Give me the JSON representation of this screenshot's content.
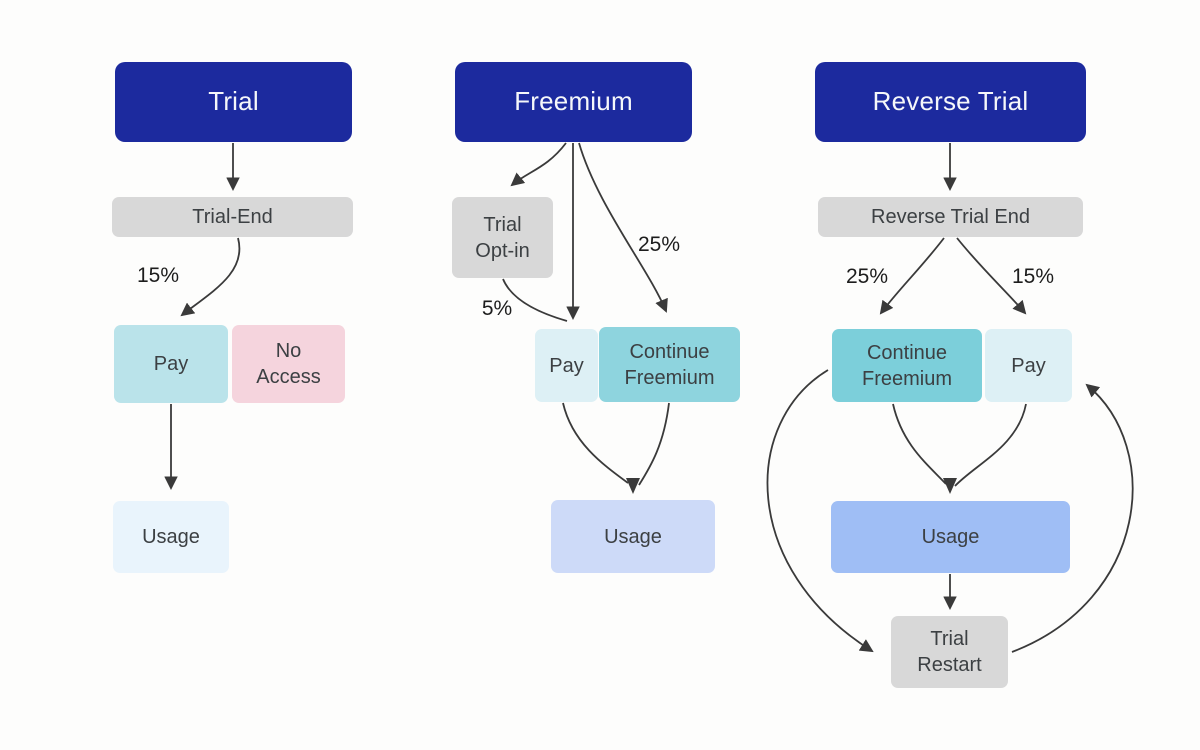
{
  "colors": {
    "header_bg": "#1c2a9e",
    "header_text": "#f5f7fa",
    "gray_box": "#d8d8d8",
    "pink_box": "#f5d4dd",
    "cyan_medium": "#bae3ea",
    "cyan_pale": "#ddf0f5",
    "teal_light": "#8ed4de",
    "teal": "#7ccfda",
    "usage_1": "#e9f4fc",
    "usage_2": "#cddaf8",
    "usage_3": "#9fbef5",
    "edge": "#3a3a3a",
    "text_dark": "#3c4043",
    "label_text": "#1d1d1d",
    "bg": "#fdfdfc"
  },
  "columns": [
    {
      "header": "Trial",
      "nodes": {
        "trial_end": "Trial-End",
        "pay": "Pay",
        "no_access": "No Access",
        "usage": "Usage"
      },
      "labels": {
        "pay_pct": "15%"
      }
    },
    {
      "header": "Freemium",
      "nodes": {
        "trial_opt_in": "Trial Opt-in",
        "pay": "Pay",
        "continue_freemium": "Continue Freemium",
        "usage": "Usage"
      },
      "labels": {
        "opt_in_pct": "5%",
        "continue_pct": "25%"
      }
    },
    {
      "header": "Reverse Trial",
      "nodes": {
        "reverse_trial_end": "Reverse Trial End",
        "continue_freemium": "Continue Freemium",
        "pay": "Pay",
        "usage": "Usage",
        "trial_restart": "Trial Restart"
      },
      "labels": {
        "continue_pct": "25%",
        "pay_pct": "15%"
      }
    }
  ]
}
